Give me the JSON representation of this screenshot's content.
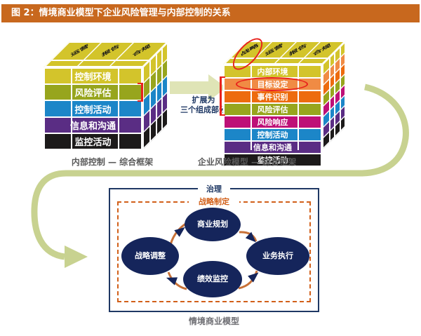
{
  "title": "图 2：情境商业模型下企业风险管理与内部控制的关系",
  "colors": {
    "title_bar": "#C8681E",
    "navy": "#1F3864",
    "oval_navy": "#15255B",
    "red_annotation": "#E8211C",
    "green_arrow": "#C8D290",
    "pale_block_arrow": "#DFE4B6",
    "dashed_orange": "#D2601A",
    "connector_orange": "#C87137",
    "caption_gray": "#595959"
  },
  "left_cube": {
    "caption": "内部控制 — 综合框架",
    "top_labels": [
      "运营",
      "报告",
      "合规"
    ],
    "rows": [
      {
        "label": "控制环境",
        "color": "#D3C42B"
      },
      {
        "label": "风险评估",
        "color": "#97A51D"
      },
      {
        "label": "控制活动",
        "color": "#1C86C8"
      },
      {
        "label": "信息和沟通",
        "color": "#5A2D84"
      },
      {
        "label": "监控活动",
        "color": "#1C1A1A"
      }
    ]
  },
  "expand_note": {
    "line1": "扩展为",
    "line2": "三个组成部分"
  },
  "right_cube": {
    "caption": "企业风险模型 — 综合框架",
    "top_labels": [
      "战略",
      "运营",
      "报告",
      "合规"
    ],
    "rows": [
      {
        "label": "内部环境",
        "color": "#D3C42B"
      },
      {
        "label": "目标设定",
        "color": "#F08B44"
      },
      {
        "label": "事件识别",
        "color": "#ED6B0E"
      },
      {
        "label": "风险评估",
        "color": "#97A51D"
      },
      {
        "label": "风险响应",
        "color": "#BE1077"
      },
      {
        "label": "控制活动",
        "color": "#1C86C8"
      },
      {
        "label": "信息和沟通",
        "color": "#5A2D84"
      },
      {
        "label": "监控活动",
        "color": "#1C1A1A"
      }
    ]
  },
  "business_model": {
    "governance": "治理",
    "strategy": "战略制定",
    "nodes": {
      "top": "商业规划",
      "right": "业务执行",
      "bottom": "绩效监控",
      "left": "战略调整"
    },
    "caption": "情境商业模型"
  }
}
